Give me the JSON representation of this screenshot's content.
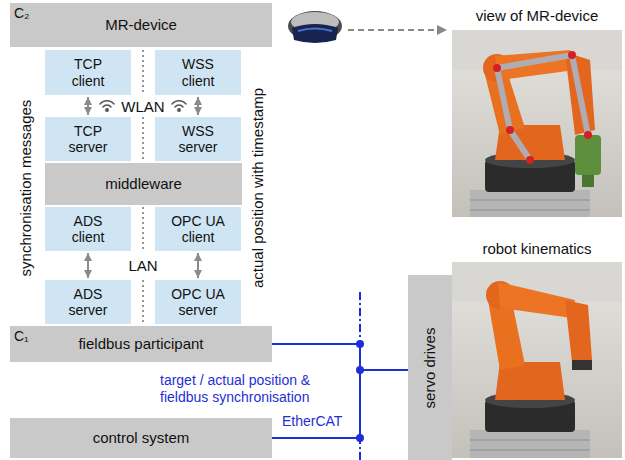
{
  "diagram": {
    "nodes": [
      {
        "text": [
          "C₂",
          "MR-device"
        ]
      },
      {
        "text": [
          "TCP client"
        ]
      },
      {
        "text": [
          "WSS client"
        ]
      },
      {
        "text": [
          "TCP server"
        ]
      },
      {
        "text": [
          "WSS server"
        ]
      },
      {
        "text": [
          "middleware"
        ]
      },
      {
        "text": [
          "ADS client"
        ]
      },
      {
        "text": [
          "OPC UA client"
        ]
      },
      {
        "text": [
          "ADS server"
        ]
      },
      {
        "text": [
          "OPC UA server"
        ]
      },
      {
        "text": [
          "C₁",
          "fieldbus participant"
        ]
      },
      {
        "text": [
          "control system"
        ]
      },
      {
        "text": [
          "servo drives"
        ]
      }
    ],
    "edges": [
      {
        "from": 1,
        "to": 3,
        "arrow": "both"
      },
      {
        "from": 2,
        "to": 4,
        "arrow": "both"
      },
      {
        "from": 6,
        "to": 8,
        "arrow": "both"
      },
      {
        "from": 7,
        "to": 9,
        "arrow": "both"
      },
      {
        "from": 10,
        "to": 12,
        "arrow": "none"
      },
      {
        "from": 11,
        "to": 12,
        "arrow": "none"
      }
    ],
    "labels": [
      "WLAN",
      "LAN",
      "synchronisation messages",
      "actual position with timestamp",
      "view of MR-device",
      "target / actual position & fieldbus synchronisation",
      "EtherCAT",
      "robot kinematics"
    ]
  }
}
